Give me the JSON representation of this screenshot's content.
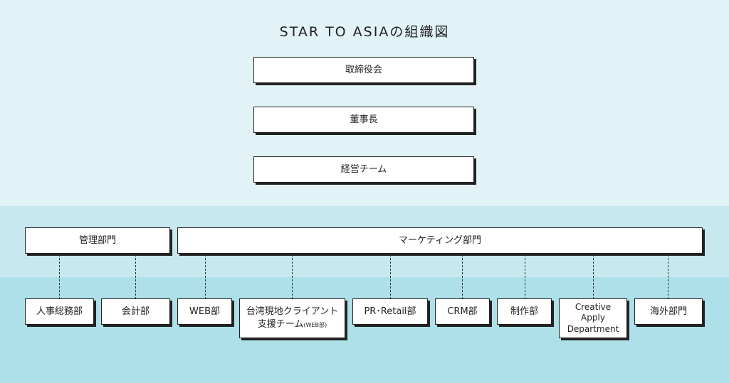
{
  "title": "STAR TO ASIAの組織図",
  "top_boxes": {
    "board": "取締役会",
    "chairman": "董事長",
    "management": "経営チーム"
  },
  "divisions": {
    "admin": "管理部門",
    "marketing": "マーケティング部門"
  },
  "departments": {
    "hr": "人事総務部",
    "accounting": "会計部",
    "web": "WEB部",
    "taiwan_line1": "台湾現地クライアント",
    "taiwan_line2": "支援チーム",
    "taiwan_note": "(WEB部)",
    "pr": "PR･Retail部",
    "crm": "CRM部",
    "production": "制作部",
    "creative_line1": "Creative",
    "creative_line2": "Apply",
    "creative_line3": "Department",
    "overseas": "海外部門"
  },
  "colors": {
    "band_top": "#e1f3f6",
    "band_mid": "#c6e8ee",
    "band_bottom": "#ade0e8",
    "box_fill": "#ffffff",
    "box_border": "#222222"
  }
}
